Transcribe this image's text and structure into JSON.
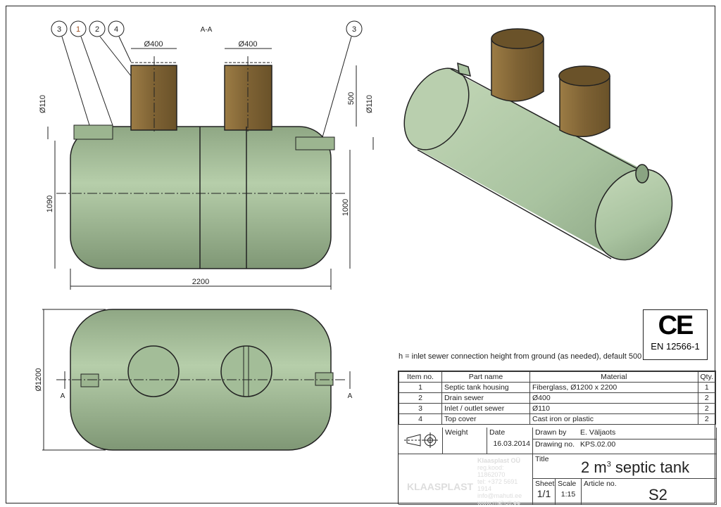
{
  "section_label": "A-A",
  "balloons": [
    "3",
    "1",
    "2",
    "4",
    "3"
  ],
  "dimensions": {
    "tower_dia": "Ø400",
    "tower_dia_2": "Ø400",
    "pipe_dia_left": "Ø110",
    "pipe_dia_right": "Ø110",
    "tower_height": "500",
    "overall_height": "1090",
    "outlet_height": "1000",
    "length": "2200",
    "diameter": "Ø1200"
  },
  "section_marks": [
    "A",
    "A"
  ],
  "note": "h = inlet sewer connection height from ground (as needed), default 500",
  "certification": {
    "mark": "CE",
    "standard": "EN 12566-1"
  },
  "bom": {
    "headers": [
      "Item no.",
      "Part name",
      "Material",
      "Qty."
    ],
    "rows": [
      [
        "1",
        "Septic tank housing",
        "Fiberglass, Ø1200 x 2200",
        "1"
      ],
      [
        "2",
        "Drain sewer",
        "Ø400",
        "2"
      ],
      [
        "3",
        "Inlet / outlet sewer",
        "Ø110",
        "2"
      ],
      [
        "4",
        "Top cover",
        "Cast iron or plastic",
        "2"
      ]
    ]
  },
  "title_block": {
    "weight_label": "Weight",
    "date_label": "Date",
    "date": "16.03.2014",
    "drawn_by_label": "Drawn by",
    "drawn_by": "E. Väljaots",
    "drawing_no_label": "Drawing no.",
    "drawing_no": "KPS.02.00",
    "title_label": "Title",
    "title": "2 m",
    "title_sup": "3",
    "title_rest": " septic tank",
    "sheet_label": "Sheet",
    "sheet": "1/1",
    "scale_label": "Scale",
    "scale": "1:15",
    "article_label": "Article no.",
    "article": "S2"
  },
  "company": {
    "logo": "KLAASPLAST",
    "name": "Klaasplast OÜ",
    "reg": "reg.kood: 11862070",
    "tel": "tel: +372 5691 1914",
    "email": "info@mahuti.ee",
    "web": "www.mahuti.ee"
  },
  "colors": {
    "tank": "#a9c3a0",
    "tower": "#8e7040",
    "line": "#222222"
  }
}
